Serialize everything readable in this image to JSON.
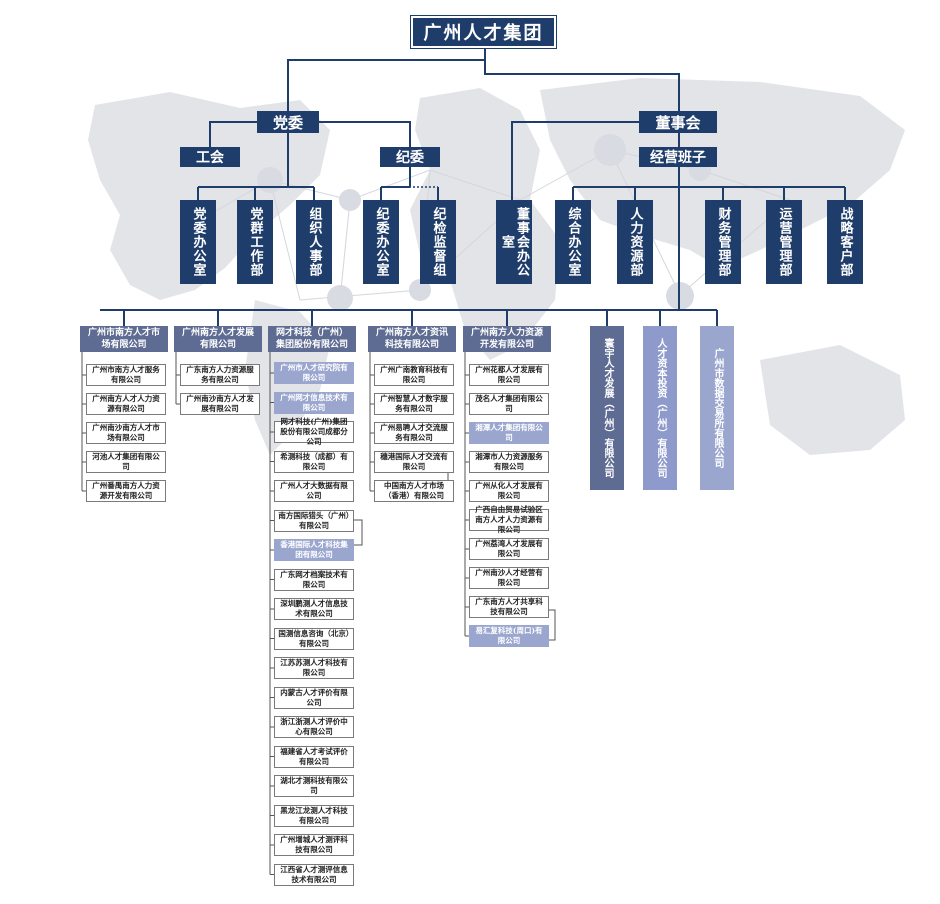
{
  "root": "广州人才集团",
  "level2": {
    "party": "党委",
    "board": "董事会"
  },
  "level3": {
    "union": "工会",
    "discipline": "纪委",
    "management": "经营班子"
  },
  "departments": [
    "党委办公室",
    "党群工作部",
    "组织人事部",
    "纪委办公室",
    "纪检监督组",
    "董事会办公室",
    "综合办公室",
    "人力资源部",
    "财务管理部",
    "运营管理部",
    "战略客户部"
  ],
  "subsidiaries": [
    {
      "name": "广州市南方人才市场有限公司",
      "children": [
        "广州市南方人才服务有限公司",
        "广州南方人才人力资源有限公司",
        "广州南沙南方人才市场有限公司",
        "河池人才集团有限公司",
        "广州番禺南方人力资源开发有限公司"
      ]
    },
    {
      "name": "广州南方人才发展有限公司",
      "children": [
        "广东南方人力资源服务有限公司",
        "广州南沙南方人才发展有限公司"
      ]
    },
    {
      "name": "网才科技（广州）集团股份有限公司",
      "children": [
        "广州市人才研究院有限公司",
        "广州网才信息技术有限公司",
        "网才科技(广州)集团股份有限公司成都分公司",
        "希测科技（成都）有限公司",
        "广州人才大数据有限公司",
        "南方国际猎头（广州）有限公司",
        "香港国际人才科技集团有限公司",
        "广东网才档案技术有限公司",
        "深圳鹏测人才信息技术有限公司",
        "国测信息咨询（北京）有限公司",
        "江苏苏测人才科技有限公司",
        "内蒙古人才评价有限公司",
        "浙江浙测人才评价中心有限公司",
        "福建省人才考试评价有限公司",
        "湖北才测科技有限公司",
        "黑龙江龙测人才科技有限公司",
        "广州增城人才测评科技有限公司",
        "江西省人才测评信息技术有限公司"
      ]
    },
    {
      "name": "广州南方人才资讯科技有限公司",
      "children": [
        "广州广南教育科技有限公司",
        "广州智慧人才数字服务有限公司",
        "广州易聘人才交流服务有限公司",
        "穗港国际人才交流有限公司",
        "中国南方人才市场（香港）有限公司"
      ]
    },
    {
      "name": "广州南方人力资源开发有限公司",
      "children": [
        "广州花都人才发展有限公司",
        "茂名人才集团有限公司",
        "湘潭人才集团有限公司",
        "湘潭市人力资源服务有限公司",
        "广州从化人才发展有限公司",
        "广西自由贸易试验区南方人才人力资源有限公司",
        "广州荔湾人才发展有限公司",
        "广州南沙人才经营有限公司",
        "广东南方人才共享科技有限公司",
        "易汇复科技(周口)有限公司"
      ]
    }
  ],
  "independent": [
    "寰宇人才发展（广州）有限公司",
    "人才资本投资（广州）有限公司",
    "广州市数据交易所有限公司"
  ],
  "colors": {
    "dark": "#1f3d6b",
    "sub_header": "#5e6b92",
    "highlight": "#9aa6ce",
    "ind1": "#5e6b92",
    "ind2": "#8e9acb",
    "ind3": "#9aa6ce",
    "line": "#1f3d6b",
    "map": "#e2e4e8"
  }
}
